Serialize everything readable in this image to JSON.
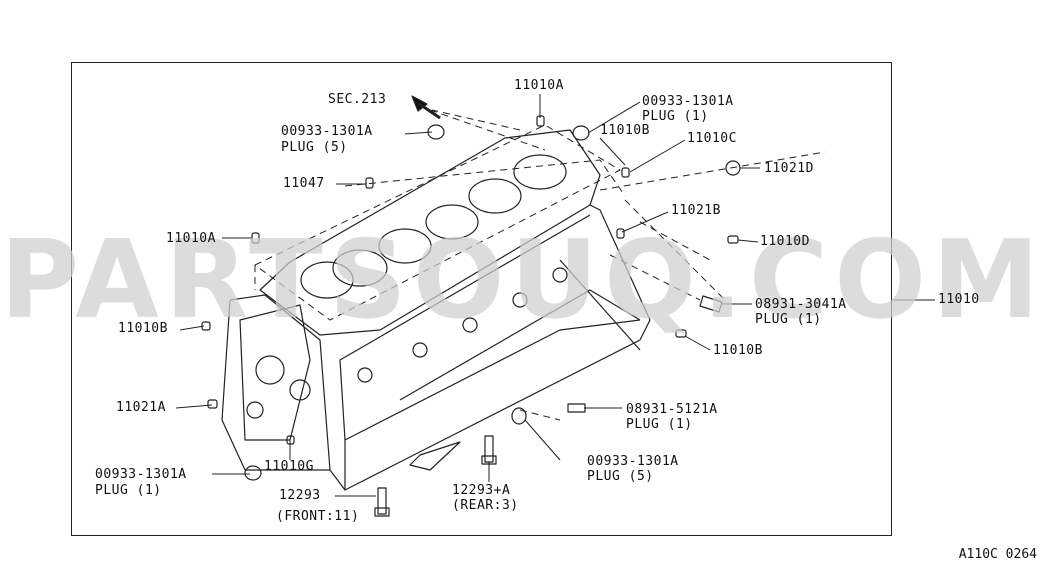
{
  "diagram": {
    "watermark": "PARTSOUQ.COM",
    "diagram_code": "A110C 0264",
    "section_ref": "SEC.213",
    "callouts": {
      "c_11010A_top": "11010A",
      "c_plug_tr_num": "00933-1301A",
      "c_plug_tr_sub": "PLUG (1)",
      "c_plug_tl_num": "00933-1301A",
      "c_plug_tl_sub": "PLUG (5)",
      "c_11010B_top": "11010B",
      "c_11010C": "11010C",
      "c_11021D": "11021D",
      "c_11047": "11047",
      "c_11021B": "11021B",
      "c_11010A_left": "11010A",
      "c_11010D": "11010D",
      "c_bolt_r_num": "08931-3041A",
      "c_bolt_r_sub": "PLUG (1)",
      "c_11010": "11010",
      "c_11010B_left": "11010B",
      "c_11010B_right": "11010B",
      "c_11021A": "11021A",
      "c_bolt_b_num": "08931-5121A",
      "c_bolt_b_sub": "PLUG (1)",
      "c_plug_br_num": "00933-1301A",
      "c_plug_br_sub": "PLUG (5)",
      "c_plug_bl_num": "00933-1301A",
      "c_plug_bl_sub": "PLUG (1)",
      "c_11010G": "11010G",
      "c_12293": "12293",
      "c_12293_sub": "(FRONT:11)",
      "c_12293A": "12293+A",
      "c_12293A_sub": "(REAR:3)"
    }
  }
}
